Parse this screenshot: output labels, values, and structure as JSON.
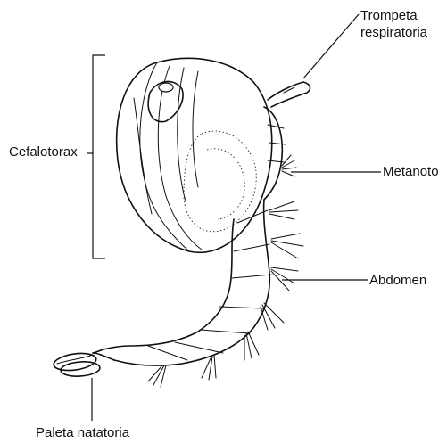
{
  "diagram": {
    "labels": {
      "trompeta_line1": "Trompeta",
      "trompeta_line2": "respiratoria",
      "cefalotorax": "Cefalotorax",
      "metanoto": "Metanoto",
      "abdomen": "Abdomen",
      "paleta": "Paleta natatoria"
    }
  },
  "colors": {
    "ink": "#111111",
    "background": "#ffffff"
  }
}
